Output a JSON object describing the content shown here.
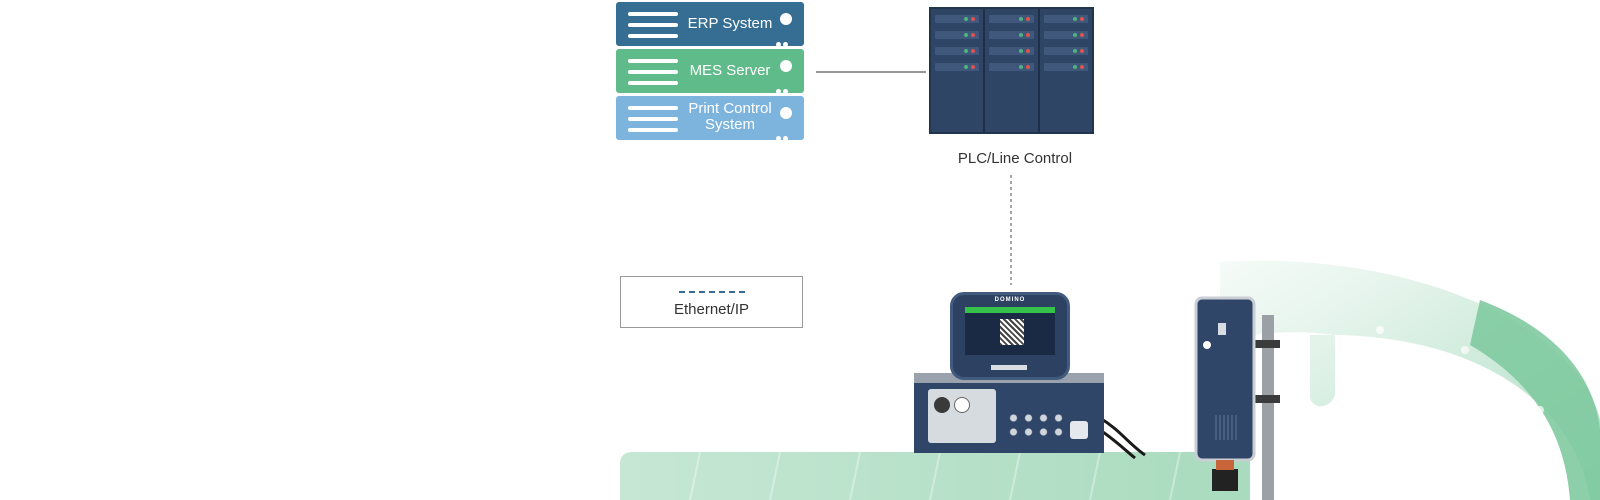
{
  "servers": [
    {
      "label": "ERP System",
      "color": "#356d93"
    },
    {
      "label": "MES Server",
      "color": "#5fbb89"
    },
    {
      "label": "Print Control System",
      "color": "#7cb4de"
    }
  ],
  "plc": {
    "label": "PLC/Line Control"
  },
  "legend": {
    "label": "Ethernet/IP"
  },
  "colors": {
    "line": "#777777",
    "dashed": "#888888",
    "navy": "#2e4566",
    "green_light": "#cfeadb",
    "green_mid": "#9fd6b7",
    "green_dark": "#6cc597",
    "led_red": "#e0524f",
    "led_green": "#4db57f"
  },
  "brand": {
    "name": "DOMINO"
  }
}
